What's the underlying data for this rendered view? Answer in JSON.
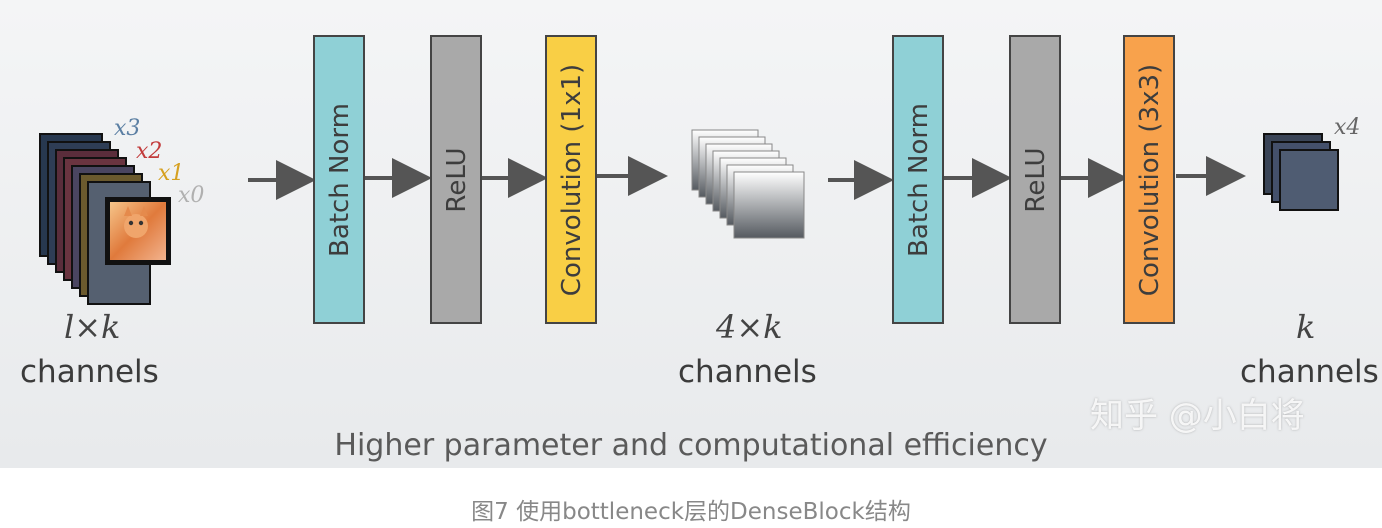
{
  "diagram": {
    "input": {
      "math": "l×k",
      "channels": "channels",
      "feature_labels": [
        "x3",
        "x2",
        "x1",
        "x0"
      ]
    },
    "middle": {
      "math": "4×k",
      "channels": "channels"
    },
    "output": {
      "math": "k",
      "channels": "channels",
      "feature_label": "x4"
    },
    "blocks": [
      {
        "label": "Batch Norm",
        "color": "#8fd0d6"
      },
      {
        "label": "ReLU",
        "color": "#a9a9a9"
      },
      {
        "label": "Convolution (1x1)",
        "color": "#f9cf45"
      },
      {
        "label": "Batch Norm",
        "color": "#8fd0d6"
      },
      {
        "label": "ReLU",
        "color": "#a9a9a9"
      },
      {
        "label": "Convolution (3x3)",
        "color": "#f8a24c"
      }
    ],
    "footer": "Higher parameter and computational efficiency",
    "watermark": "知乎 @小白将"
  },
  "caption": "图7 使用bottleneck层的DenseBlock结构"
}
